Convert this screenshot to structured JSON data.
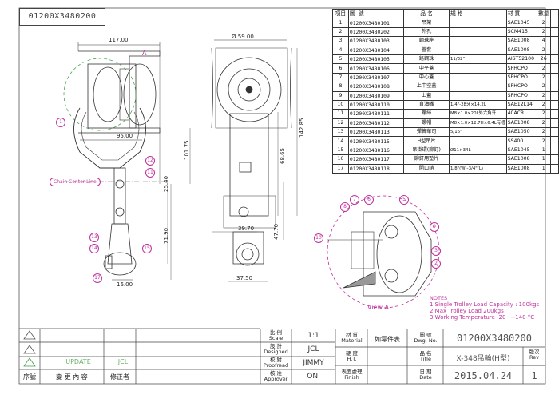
{
  "drawing_code": "01200X3480200",
  "bom": {
    "headers": [
      "項目",
      "圖 號",
      "品 名",
      "規 格",
      "材 質",
      "數量",
      ""
    ],
    "rows": [
      [
        "1",
        "01200X3480101",
        "吊架",
        "",
        "SAE1045",
        "2"
      ],
      [
        "2",
        "01200X3480202",
        "外孔",
        "",
        "SCM415",
        "2"
      ],
      [
        "3",
        "01200X3480103",
        "鋼珠座",
        "",
        "SAE1008",
        "4"
      ],
      [
        "4",
        "01200X3480104",
        "蓋套",
        "",
        "SAE1008",
        "2"
      ],
      [
        "5",
        "01200X3480105",
        "鉻鋼珠",
        "11/32\"",
        "AIST52100",
        "26"
      ],
      [
        "6",
        "01200X3480106",
        "中平蓋",
        "",
        "SPHCPO",
        "2"
      ],
      [
        "7",
        "01200X3480107",
        "中心蓋",
        "",
        "SPHCPO",
        "2"
      ],
      [
        "8",
        "01200X3480108",
        "上中空蓋",
        "",
        "SPHCPO",
        "2"
      ],
      [
        "9",
        "01200X3480109",
        "上蓋",
        "",
        "SPHCPO",
        "2"
      ],
      [
        "10",
        "01200X3480110",
        "直油嘴",
        "1/4\"-28牙×14.2L",
        "SAE12L14",
        "2"
      ],
      [
        "11",
        "01200X3480111",
        "螺絲",
        "M8×1.0×20L外六角牙",
        "40ACR",
        "2"
      ],
      [
        "12",
        "01200X3480112",
        "螺帽",
        "M8×1.0×12.7H×6.4L有槽",
        "SAE1008",
        "2"
      ],
      [
        "13",
        "01200X3480113",
        "彈簧華司",
        "5/16\"",
        "SAE1050",
        "2"
      ],
      [
        "14",
        "01200X3480115",
        "H型吊片",
        "",
        "SS400",
        "2"
      ],
      [
        "15",
        "01200X3480116",
        "吊掛環(鉚釘)",
        "Ø11×34L",
        "SAE1045",
        "1"
      ],
      [
        "16",
        "01200X3480117",
        "鉚釘用墊片",
        "",
        "SAE1008",
        "1"
      ],
      [
        "17",
        "01200X3480118",
        "開口銷",
        "1/8\"(W)-3/4\"(L)",
        "SAE1008",
        "1"
      ]
    ]
  },
  "notes": {
    "title": "NOTES :",
    "lines": [
      "1.Single Trolley Load Capacity : 100kgs",
      "2.Max Trolley Load  200kgs",
      "3.Working Temperature -20~+140 °C"
    ]
  },
  "drawing": {
    "view_label_a": "A",
    "view_a_caption": "View A",
    "chain_center_line": "Chain Center Line",
    "dims": {
      "d117": "117.00",
      "d59": "Ø 59.00",
      "d95": "95.00",
      "d101": "101.75",
      "d142": "142.85",
      "d68": "68.65",
      "d25": "25.40",
      "d71": "71.90",
      "d39": "39.70",
      "d47": "47.70",
      "d37": "37.50",
      "d16": "16.00"
    },
    "balloons_left": [
      "1",
      "12",
      "11",
      "13",
      "14",
      "15",
      "17"
    ],
    "balloons_view": [
      "7",
      "6",
      "5",
      "8",
      "9",
      "10",
      "3",
      "2"
    ]
  },
  "title_block": {
    "revision_marks": [
      "3",
      "2",
      "1"
    ],
    "revision_note": "UPDATE",
    "revision_by": "JCL",
    "rev_headers": [
      "序號",
      "變 更 內 容",
      "修正者"
    ],
    "scale_label": "比  例",
    "scale_label_en": "Scale",
    "scale_value": "1:1",
    "designed_label": "設  計",
    "designed_label_en": "Designed",
    "designed_value": "JCL",
    "proofread_label": "校  對",
    "proofread_label_en": "Proofread",
    "proofread_value": "JIMMY",
    "approver_label": "核  准",
    "approver_label_en": "Approver",
    "approver_value": "ONI",
    "material_label": "材  質",
    "material_label_en": "Material",
    "material_value": "如零件表",
    "ht_label": "硬  度",
    "ht_label_en": "H.T.",
    "finish_label": "表面處理",
    "finish_label_en": "Finish",
    "dwg_label": "圖  號",
    "dwg_label_en": "Dwg. No.",
    "dwg_value": "01200X3480200",
    "name_label": "品  名",
    "name_label_en": "Title",
    "name_value": "X-348吊輪(H型)",
    "date_label": "日  期",
    "date_label_en": "Date",
    "date_value": "2015.04.24",
    "rev_label": "版次",
    "rev_label_en": "Rev",
    "rev_value": "1"
  }
}
